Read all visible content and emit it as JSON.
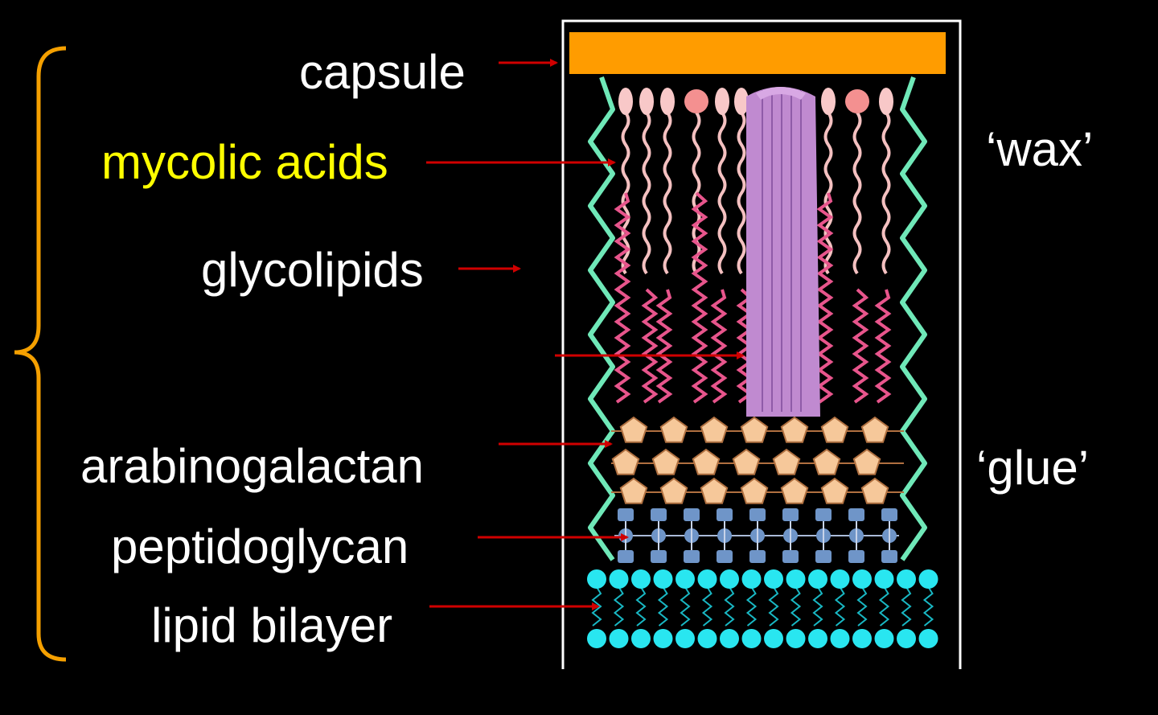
{
  "labels": {
    "capsule": "capsule",
    "mycolic_acids": "mycolic acids",
    "glycolipids": "glycolipids",
    "arabinogalactan": "arabinogalactan",
    "peptidoglycan": "peptidoglycan",
    "lipid_bilayer": "lipid bilayer",
    "wax": "‘wax’",
    "glue": "‘glue’"
  },
  "colors": {
    "background": "#000000",
    "text": "#ffffff",
    "mycolic_text": "#ffff00",
    "bracket": "#f5a000",
    "capsule": "#ff9c00",
    "frame": "#ffffff",
    "arrow": "#d00000",
    "zigzag_green": "#6fe8b8",
    "lipid_pink_light": "#f4c0c0",
    "lipid_pink_dark": "#e8558c",
    "protein_purple": "#c08ad0",
    "protein_purple_dark": "#8f5ba8",
    "sugar": "#f6c89a",
    "sugar_edge": "#b07040",
    "peptido_blue": "#6f95c8",
    "membrane_cyan": "#29e6f0",
    "membrane_tail": "#19b8c4"
  },
  "icons": {
    "bracket": "curly-brace-left",
    "arrows": "arrow-right"
  }
}
